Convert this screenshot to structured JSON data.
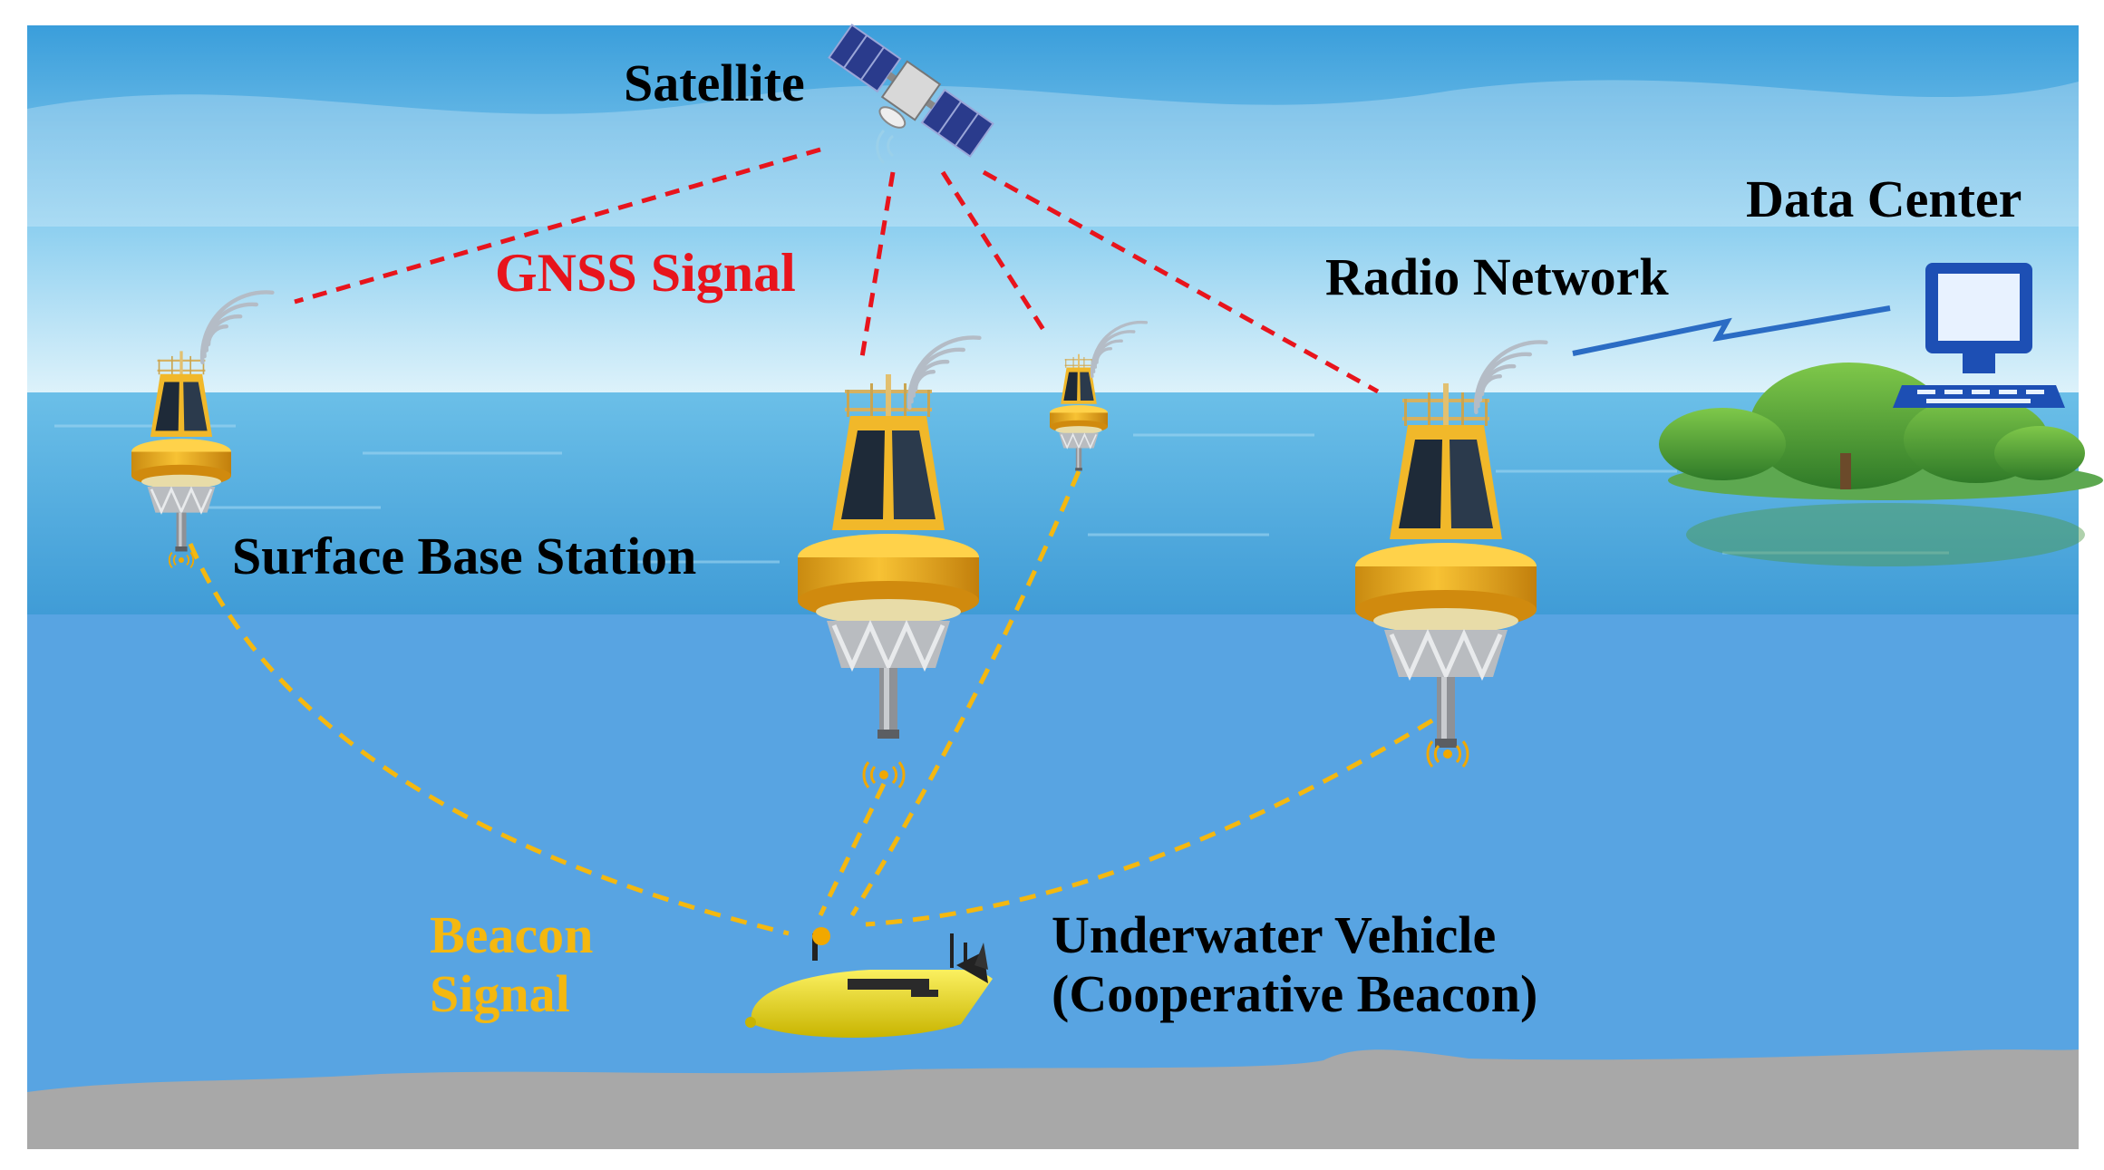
{
  "labels": {
    "satellite": "Satellite",
    "data_center": "Data Center",
    "gnss_signal": "GNSS Signal",
    "radio_network": "Radio Network",
    "surface_base_station": "Surface Base Station",
    "beacon_signal_line1": "Beacon",
    "beacon_signal_line2": "Signal",
    "underwater_vehicle_line1": "Underwater Vehicle",
    "underwater_vehicle_line2": "(Cooperative Beacon)"
  },
  "colors": {
    "gnss_signal": "#e8141c",
    "beacon_signal": "#f4b810",
    "radio_link": "#2b6cc4",
    "label_text": "#000000",
    "sky": "#3aa3dc",
    "sea_surface": "#4aa2d8",
    "underwater": "#58a4e2",
    "seabed": "#a8a8a8",
    "buoy_body": "#f2b21c",
    "vehicle_body": "#f0e020"
  },
  "icons": [
    "satellite-icon",
    "computer-monitor-icon",
    "buoy-icon",
    "underwater-vehicle-icon",
    "antenna-wave-icon"
  ]
}
